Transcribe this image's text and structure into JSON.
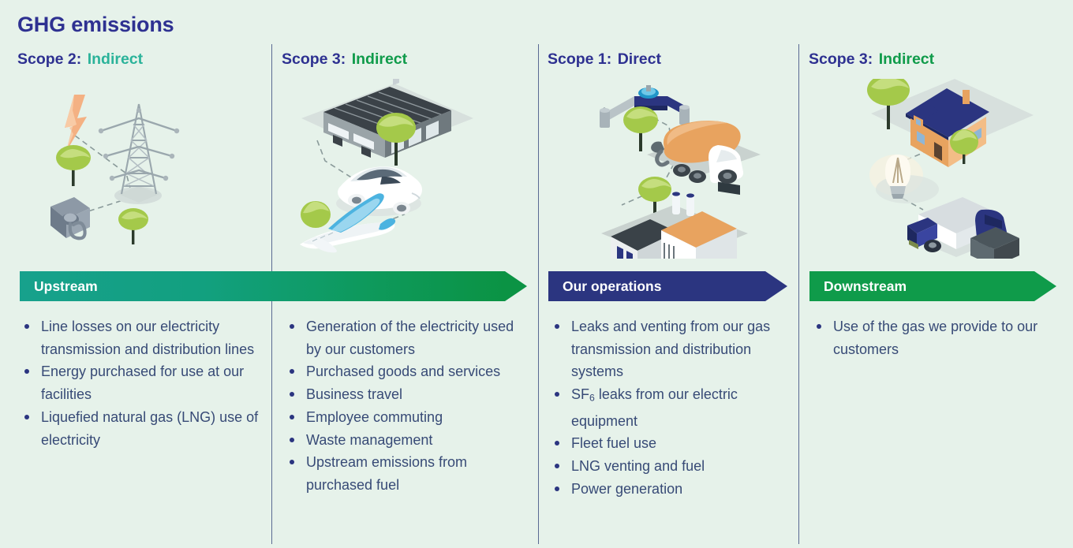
{
  "page": {
    "title": "GHG emissions",
    "background_color": "#e6f2ea",
    "navy": "#2e3191",
    "teal": "#2bb39a",
    "green": "#0f9b4a",
    "text_color": "#374a76"
  },
  "columns": [
    {
      "id": "scope-2",
      "scope_label": "Scope 2:",
      "kind_label": "Indirect",
      "kind_color": "#2bb39a",
      "illustration": "electricity-transmission-illustration",
      "bullets": [
        "Line losses on our electricity transmission and distribution lines",
        "Energy purchased for use at our facilities",
        "Liquefied natural gas (LNG) use of electricity"
      ]
    },
    {
      "id": "scope-3-upstream",
      "scope_label": "Scope 3:",
      "kind_label": "Indirect",
      "kind_color": "#0f9b4a",
      "illustration": "factory-car-airplane-illustration",
      "bullets": [
        "Generation of the electricity used by our customers",
        "Purchased goods and services",
        "Business travel",
        "Employee commuting",
        "Waste management",
        "Upstream emissions from purchased fuel"
      ]
    },
    {
      "id": "scope-1",
      "scope_label": "Scope 1:",
      "kind_label": "Direct",
      "kind_color": "#2e3191",
      "illustration": "pipeline-mixer-truck-facility-illustration",
      "bullets": [
        "Leaks and venting from our gas transmission and distribution systems",
        "SF6 leaks from our electric equipment",
        "Fleet fuel use",
        "LNG venting and fuel",
        "Power generation"
      ]
    },
    {
      "id": "scope-3-downstream",
      "scope_label": "Scope 3:",
      "kind_label": "Indirect",
      "kind_color": "#0f9b4a",
      "illustration": "house-bulb-garbage-truck-illustration",
      "bullets": [
        "Use of the gas we provide to our customers"
      ]
    }
  ],
  "banners": [
    {
      "id": "upstream",
      "label": "Upstream",
      "fill": "gradient-teal-green",
      "start_color": "#17a18c",
      "end_color": "#0b9344"
    },
    {
      "id": "our-operations",
      "label": "Our operations",
      "fill": "solid",
      "color": "#2b3580"
    },
    {
      "id": "downstream",
      "label": "Downstream",
      "fill": "solid",
      "color": "#0f9b4a"
    }
  ]
}
